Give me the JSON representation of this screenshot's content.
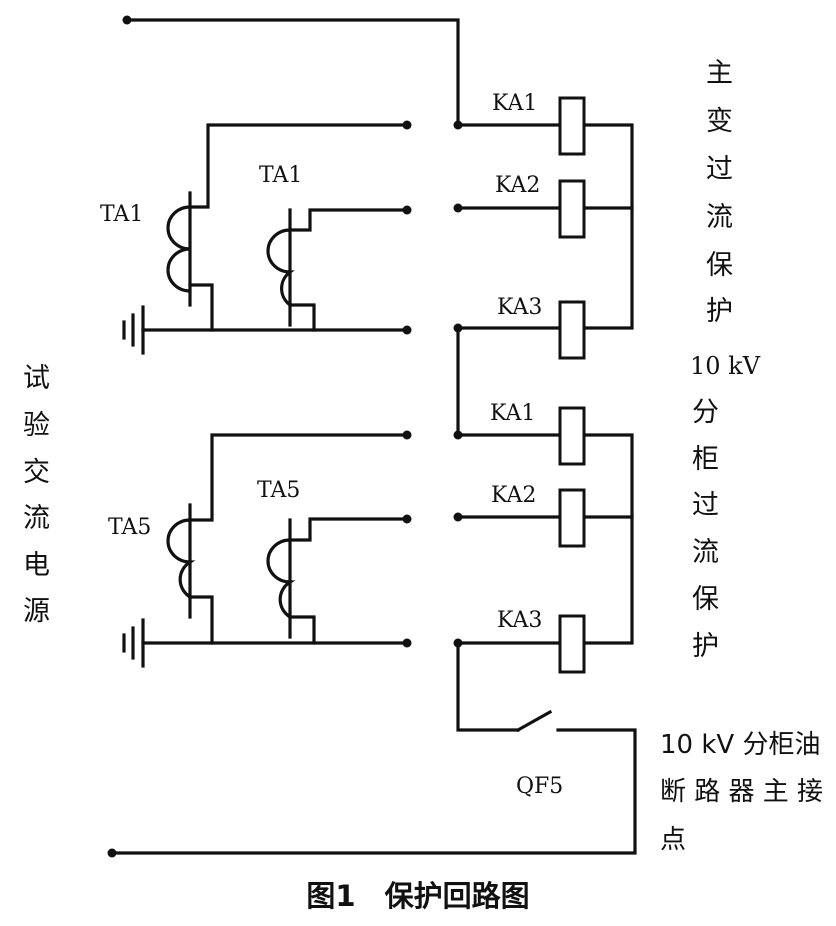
{
  "labels": {
    "ta1_left": "TA1",
    "ta1_right": "TA1",
    "ta5_left": "TA5",
    "ta5_right": "TA5",
    "ka1_top": "KA1",
    "ka2_top": "KA2",
    "ka3_top": "KA3",
    "ka1_bottom": "KA1",
    "ka2_bottom": "KA2",
    "ka3_bottom": "KA3",
    "qf5": "QF5"
  },
  "side_text": {
    "left": [
      "试",
      "验",
      "交",
      "流",
      "电",
      "源"
    ],
    "right_top": [
      "主",
      "变",
      "过",
      "流",
      "保",
      "护"
    ],
    "right_mid_head": "10 kV",
    "right_mid": [
      "分",
      "柜",
      "过",
      "流",
      "保",
      "护"
    ],
    "breaker_line1": "10 kV 分柜油",
    "breaker_line2": "断 路 器 主 接",
    "breaker_line3": "点"
  },
  "caption": "图1　保护回路图"
}
